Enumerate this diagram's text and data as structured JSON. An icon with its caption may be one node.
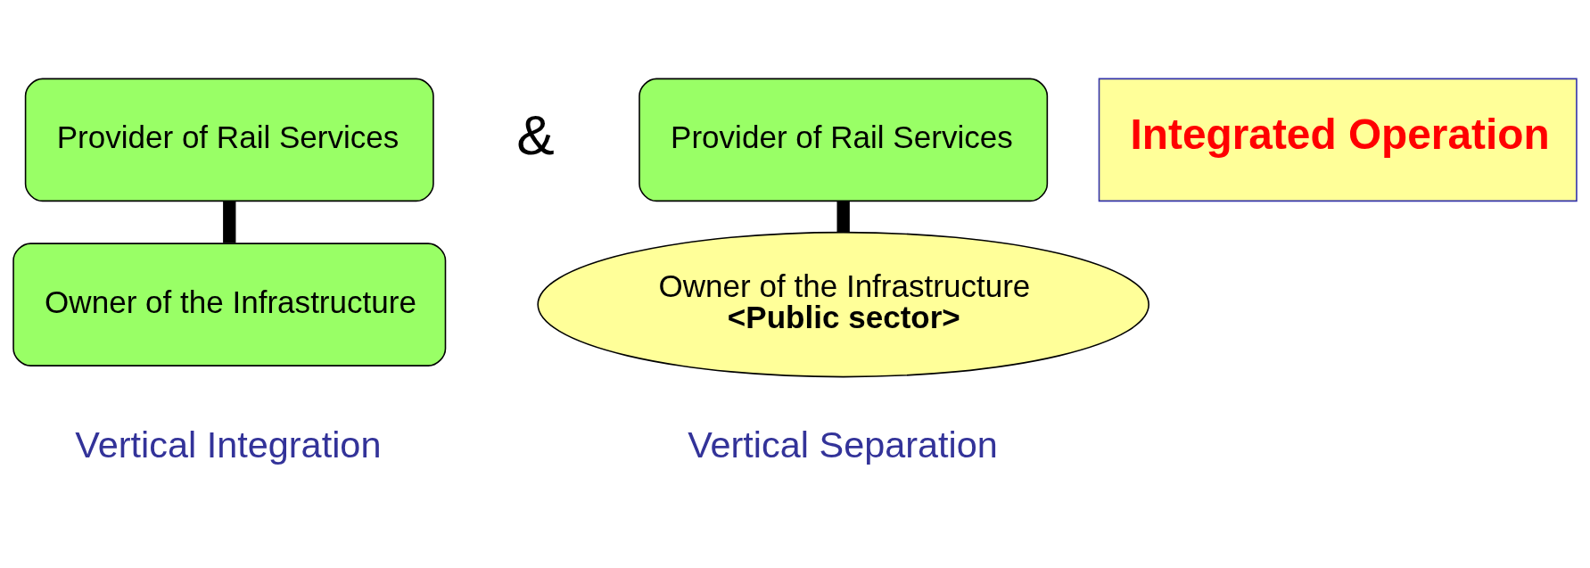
{
  "diagram": {
    "nodes": [
      {
        "text": [
          "Provider of Rail Services"
        ]
      },
      {
        "text": [
          "Owner of the Infrastructure"
        ]
      },
      {
        "text": [
          "Provider of Rail Services"
        ]
      },
      {
        "text": [
          "Owner of the Infrastructure",
          "<Public sector>"
        ]
      },
      {
        "text": [
          "Integrated Operation"
        ]
      }
    ],
    "edges": [
      {
        "from": 0,
        "to": 1,
        "arrow": "none"
      },
      {
        "from": 2,
        "to": 3,
        "arrow": "none"
      }
    ],
    "labels": [
      "&",
      "Vertical Integration",
      "Vertical Separation"
    ]
  }
}
